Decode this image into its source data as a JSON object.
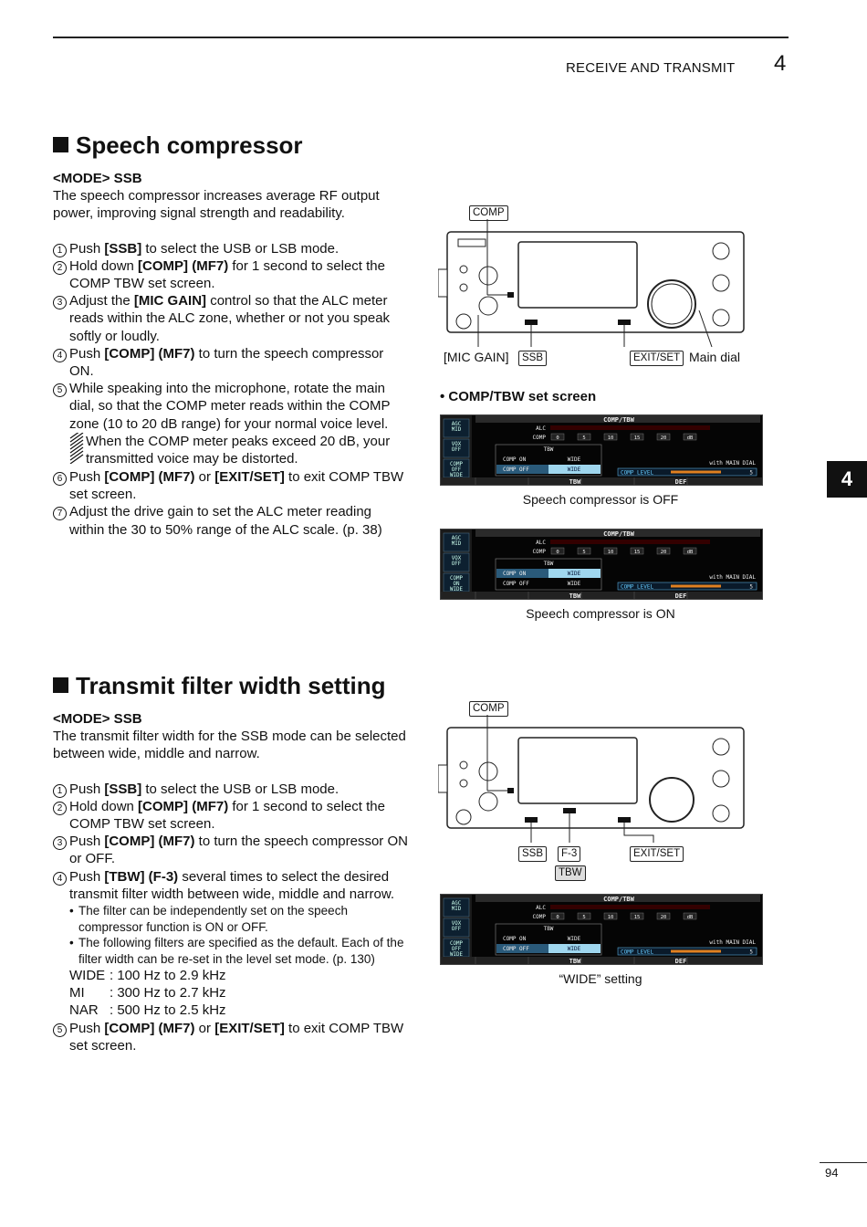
{
  "header": {
    "section": "RECEIVE AND TRANSMIT",
    "chapter": "4",
    "tab": "4"
  },
  "s1": {
    "title": "Speech compressor",
    "mode": "<MODE> SSB",
    "intro": "The speech compressor increases average RF output power, improving signal strength and readability.",
    "steps": [
      {
        "n": "1",
        "pre": "Push ",
        "b1": "[SSB]",
        "mid": " to select the USB or LSB mode.",
        "b2": "",
        "post": ""
      },
      {
        "n": "2",
        "pre": "Hold down ",
        "b1": "[COMP] (MF7)",
        "mid": " for 1 second to select the COMP TBW set screen.",
        "b2": "",
        "post": ""
      },
      {
        "n": "3",
        "pre": "Adjust the ",
        "b1": "[MIC GAIN]",
        "mid": " control so that the ALC meter reads within the ALC zone, whether or not you speak softly or loudly.",
        "b2": "",
        "post": ""
      },
      {
        "n": "4",
        "pre": "Push ",
        "b1": "[COMP] (MF7)",
        "mid": " to turn the speech compressor ON.",
        "b2": "",
        "post": ""
      },
      {
        "n": "5",
        "pre": "While speaking into the microphone, rotate the main dial, so that the COMP meter reads within the COMP zone (10 to 20 dB range) for your normal voice level.",
        "b1": "",
        "mid": "",
        "b2": "",
        "post": ""
      },
      {
        "n": "6",
        "pre": "Push ",
        "b1": "[COMP] (MF7)",
        "mid": " or ",
        "b2": "[EXIT/SET]",
        "post": " to exit COMP TBW set screen."
      },
      {
        "n": "7",
        "pre": "Adjust the drive gain to set the ALC meter reading within the 30 to 50% range of the ALC scale. (p. 38)",
        "b1": "",
        "mid": "",
        "b2": "",
        "post": ""
      }
    ],
    "note": "When the COMP meter peaks exceed 20 dB, your transmitted voice may be distorted.",
    "screen_heading": "• COMP/TBW set screen",
    "cap_off": "Speech compressor is OFF",
    "cap_on": "Speech compressor is ON"
  },
  "s2": {
    "title": "Transmit filter width setting",
    "mode": "<MODE> SSB",
    "intro": "The transmit filter width for the SSB mode can be selected between wide, middle and narrow.",
    "steps": [
      {
        "n": "1",
        "pre": "Push ",
        "b1": "[SSB]",
        "mid": " to select the USB or LSB mode.",
        "b2": "",
        "post": ""
      },
      {
        "n": "2",
        "pre": "Hold down ",
        "b1": "[COMP] (MF7)",
        "mid": " for 1 second to select the COMP TBW set screen.",
        "b2": "",
        "post": ""
      },
      {
        "n": "3",
        "pre": "Push ",
        "b1": "[COMP] (MF7)",
        "mid": " to turn the speech compressor ON or OFF.",
        "b2": "",
        "post": ""
      },
      {
        "n": "4",
        "pre": "Push ",
        "b1": "[TBW] (F-3)",
        "mid": " several times to select the desired transmit filter width between wide, middle and narrow.",
        "b2": "",
        "post": ""
      }
    ],
    "bullets": [
      "The filter can be independently set on the speech compressor function is ON or OFF.",
      "The following filters are specified as the default. Each of the filter width can be re-set in the level set mode. (p. 130)"
    ],
    "specs": [
      {
        "k": "WIDE",
        "v": ": 100 Hz to 2.9 kHz"
      },
      {
        "k": "MI",
        "v": ": 300 Hz to 2.7 kHz"
      },
      {
        "k": "NAR",
        "v": ": 500 Hz to 2.5 kHz"
      }
    ],
    "step5": {
      "n": "5",
      "pre": "Push ",
      "b1": "[COMP] (MF7)",
      "mid": " or ",
      "b2": "[EXIT/SET]",
      "post": " to exit COMP TBW set screen."
    },
    "cap_wide": "“WIDE” setting"
  },
  "callouts": {
    "comp": "COMP",
    "mic_gain": "[MIC GAIN]",
    "ssb": "SSB",
    "exit_set": "EXIT/SET",
    "main_dial": "Main dial",
    "f3": "F-3",
    "tbw": "TBW"
  },
  "screen": {
    "title": "COMP/TBW",
    "side": [
      "AGC\nMID",
      "VOX\nOFF",
      "COMP\nOFF\nWIDE",
      "COMP\nON\nWIDE"
    ],
    "alc": "ALC",
    "comp": "COMP",
    "scale": [
      "0",
      "5",
      "10",
      "15",
      "20",
      "dB"
    ],
    "tbw_head": "TBW",
    "rows": [
      {
        "l": "COMP ON",
        "v": "WIDE"
      },
      {
        "l": "COMP OFF",
        "v": "WIDE"
      }
    ],
    "with_dial": "with MAIN DIAL",
    "level_label": "COMP LEVEL",
    "level_value": "5",
    "fkeys": [
      "TBW",
      "DEF"
    ]
  },
  "page_number": "94"
}
